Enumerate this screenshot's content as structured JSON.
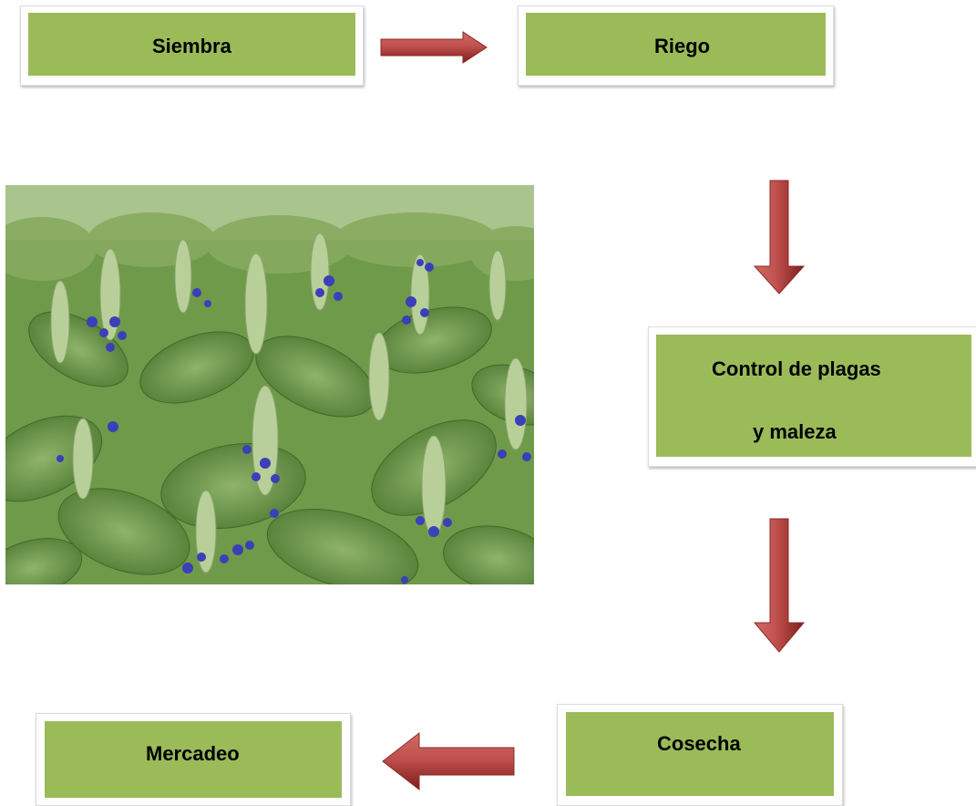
{
  "steps": {
    "siembra": "Siembra",
    "riego": "Riego",
    "control_line1": "Control de plagas",
    "control_line2": "y maleza",
    "cosecha": "Cosecha",
    "mercadeo": "Mercadeo"
  },
  "photo": {
    "subject": "chia plants with blue flowers"
  },
  "colors": {
    "box_fill": "#9bbb59",
    "arrow_fill": "#c0504d",
    "arrow_dark": "#8b1f1f",
    "text": "#000000"
  }
}
